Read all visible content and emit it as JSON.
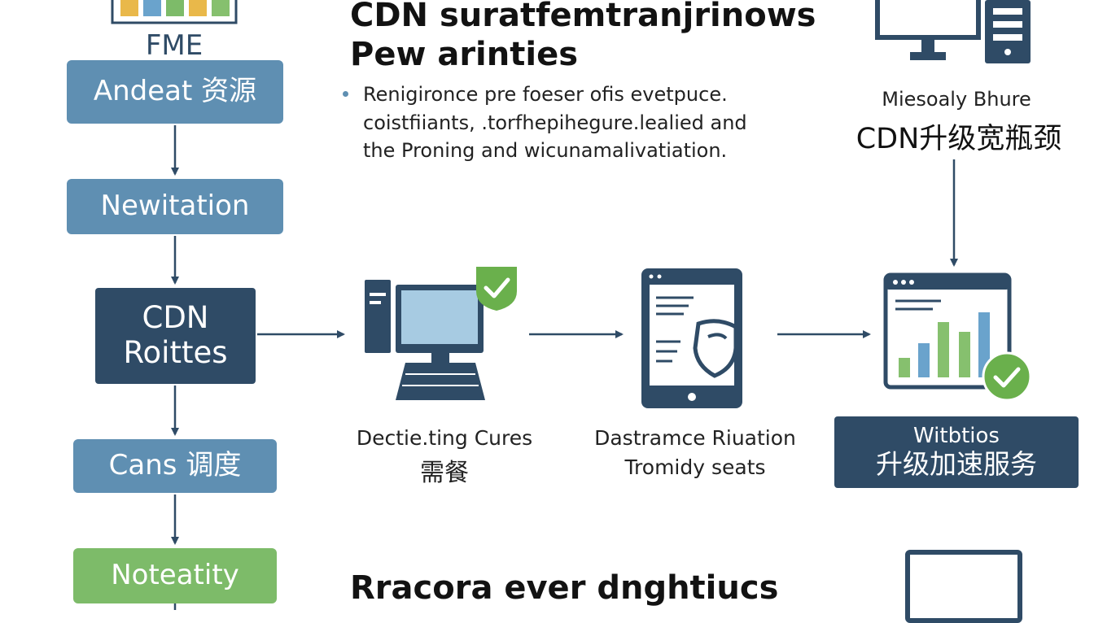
{
  "logo_text": "FME",
  "colors": {
    "node_medium": "#5f8fb2",
    "node_dark": "#2f4b66",
    "node_green": "#7dbb69",
    "arrow": "#2f4b66",
    "check_green": "#6ab04c",
    "bar_blue": "#6aa3cc",
    "bar_green": "#86c06e"
  },
  "left_flow": [
    {
      "label": "Andeat 资源"
    },
    {
      "label": "Newitation"
    },
    {
      "label_line1": "CDN",
      "label_line2": "Roittes"
    },
    {
      "label": "Cans 调度"
    },
    {
      "label": "Noteatity"
    }
  ],
  "header": {
    "title_line1": "CDN suratfemtranjrinows",
    "title_line2": "Pew arinties",
    "bullet_lines": [
      "Renigironce  pre foeser ofis evetpuce.",
      "coistfiiants, .torfhepihegure.lealied and",
      "the Proning and wicunamalivatiation."
    ]
  },
  "top_right": {
    "label_small": "Miesoaly Bhure",
    "label_big": "CDN升级宽瓶颈"
  },
  "middle_flow": [
    {
      "icon": "desktop-computer-icon",
      "caption_line1": "Dectie.ting Cures",
      "caption_line2": "需餐"
    },
    {
      "icon": "tablet-shield-icon",
      "caption_line1": "Dastramce Riuation",
      "caption_line2": "Tromidy seats"
    },
    {
      "icon": "analytics-dashboard-icon",
      "caption_line1": "Witbtios",
      "caption_line2": "升级加速服务"
    }
  ],
  "bottom_title": "Rracora ever dnghtiucs"
}
